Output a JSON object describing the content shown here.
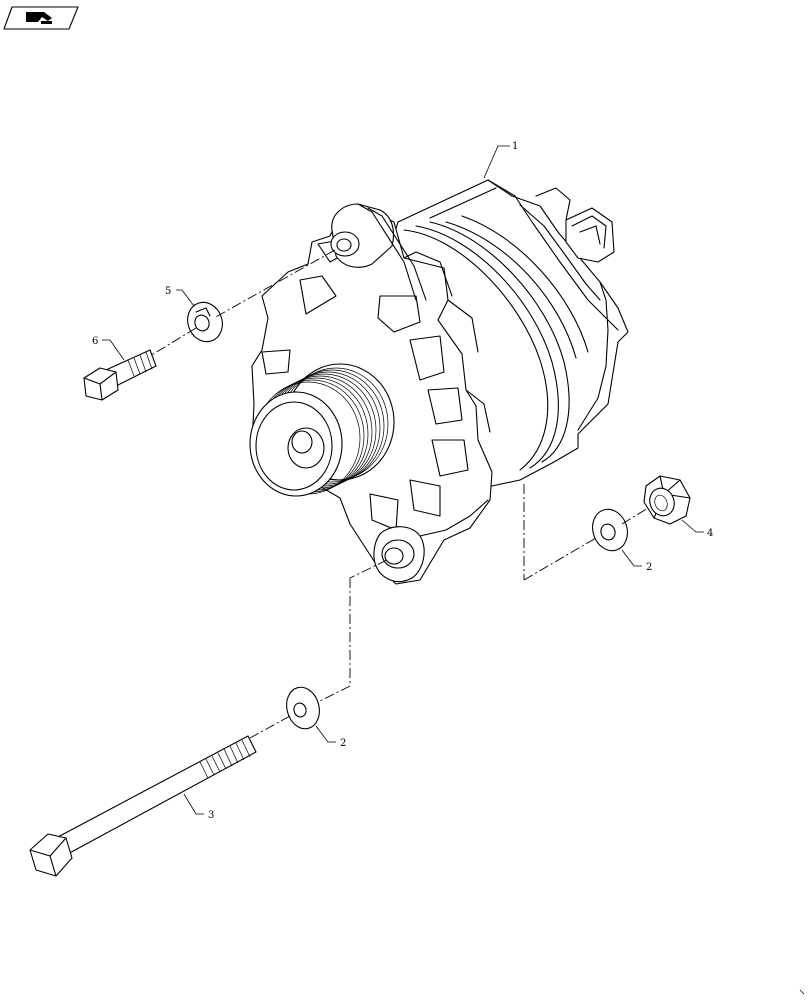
{
  "diagram": {
    "nav_icon": "page-return-arrow-icon",
    "callouts": {
      "alternator": "1",
      "washer_upper": "2",
      "washer_lower": "2",
      "long_bolt": "3",
      "nut": "4",
      "lock_washer": "5",
      "short_bolt": "6"
    }
  }
}
